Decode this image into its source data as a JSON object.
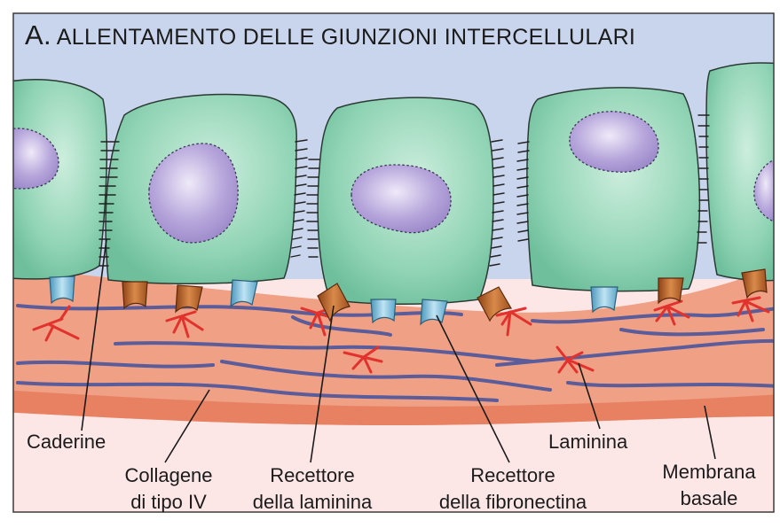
{
  "panel": {
    "letter": "A.",
    "title": "ALLENTAMENTO DELLE GIUNZIONI INTERCELLULARI"
  },
  "labels": {
    "caderine": "Caderine",
    "collagene_1": "Collagene",
    "collagene_2": "di tipo IV",
    "rec_laminina_1": "Recettore",
    "rec_laminina_2": "della laminina",
    "rec_fibronectina_1": "Recettore",
    "rec_fibronectina_2": "della fibronectina",
    "laminina": "Laminina",
    "membrana_1": "Membrana",
    "membrana_2": "basale"
  },
  "colors": {
    "background_top": "#c9d5ec",
    "cell_fill": "#8fd3b4",
    "cell_outline": "#2a3a33",
    "nucleus": "#b6a6db",
    "basement_membrane": "#f0a084",
    "basement_deep": "#e57d5e",
    "lower_area": "#fde7e6",
    "collagen_fiber": "#5b5c9a",
    "laminin": "#e2322d",
    "laminin_receptor": "#c86a2c",
    "fibronectin_receptor": "#6fb6d6"
  }
}
